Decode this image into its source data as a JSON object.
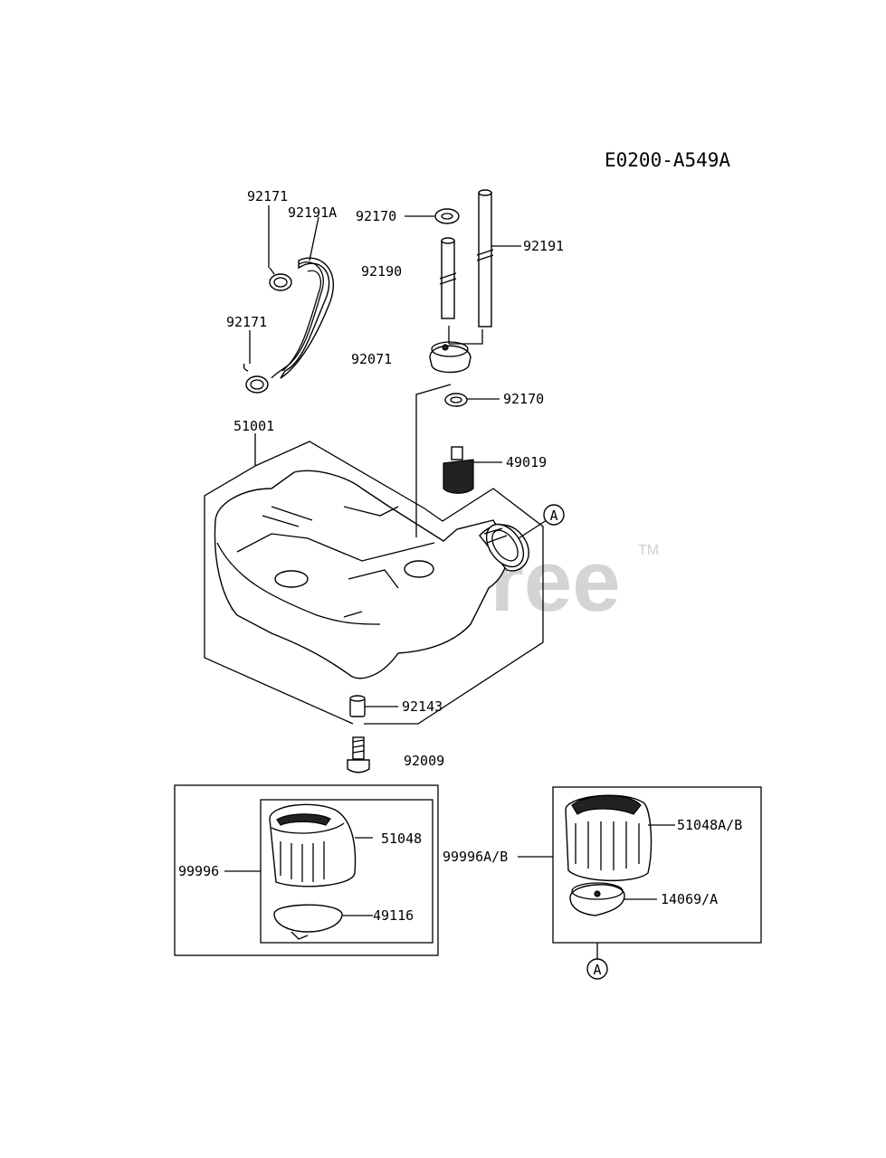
{
  "diagram_code": "E0200-A549A",
  "watermark": {
    "text": "PartsTree",
    "trademark": "TM"
  },
  "callout_letter": "A",
  "part_labels": {
    "clamp_top": "92171",
    "hose_a": "92191A",
    "clamp_bottom": "92171",
    "grommet_top": "92170",
    "tube_short": "92190",
    "tube_long": "92191",
    "grommet_cap": "92071",
    "grommet_mid": "92170",
    "filter": "49019",
    "tank": "51001",
    "bushing": "92143",
    "bolt": "92009",
    "cap_assy_left": "99996",
    "cap_left": "51048",
    "gasket_left": "49116",
    "cap_assy_right": "99996A/B",
    "cap_right": "51048A/B",
    "gasket_right": "14069/A"
  }
}
